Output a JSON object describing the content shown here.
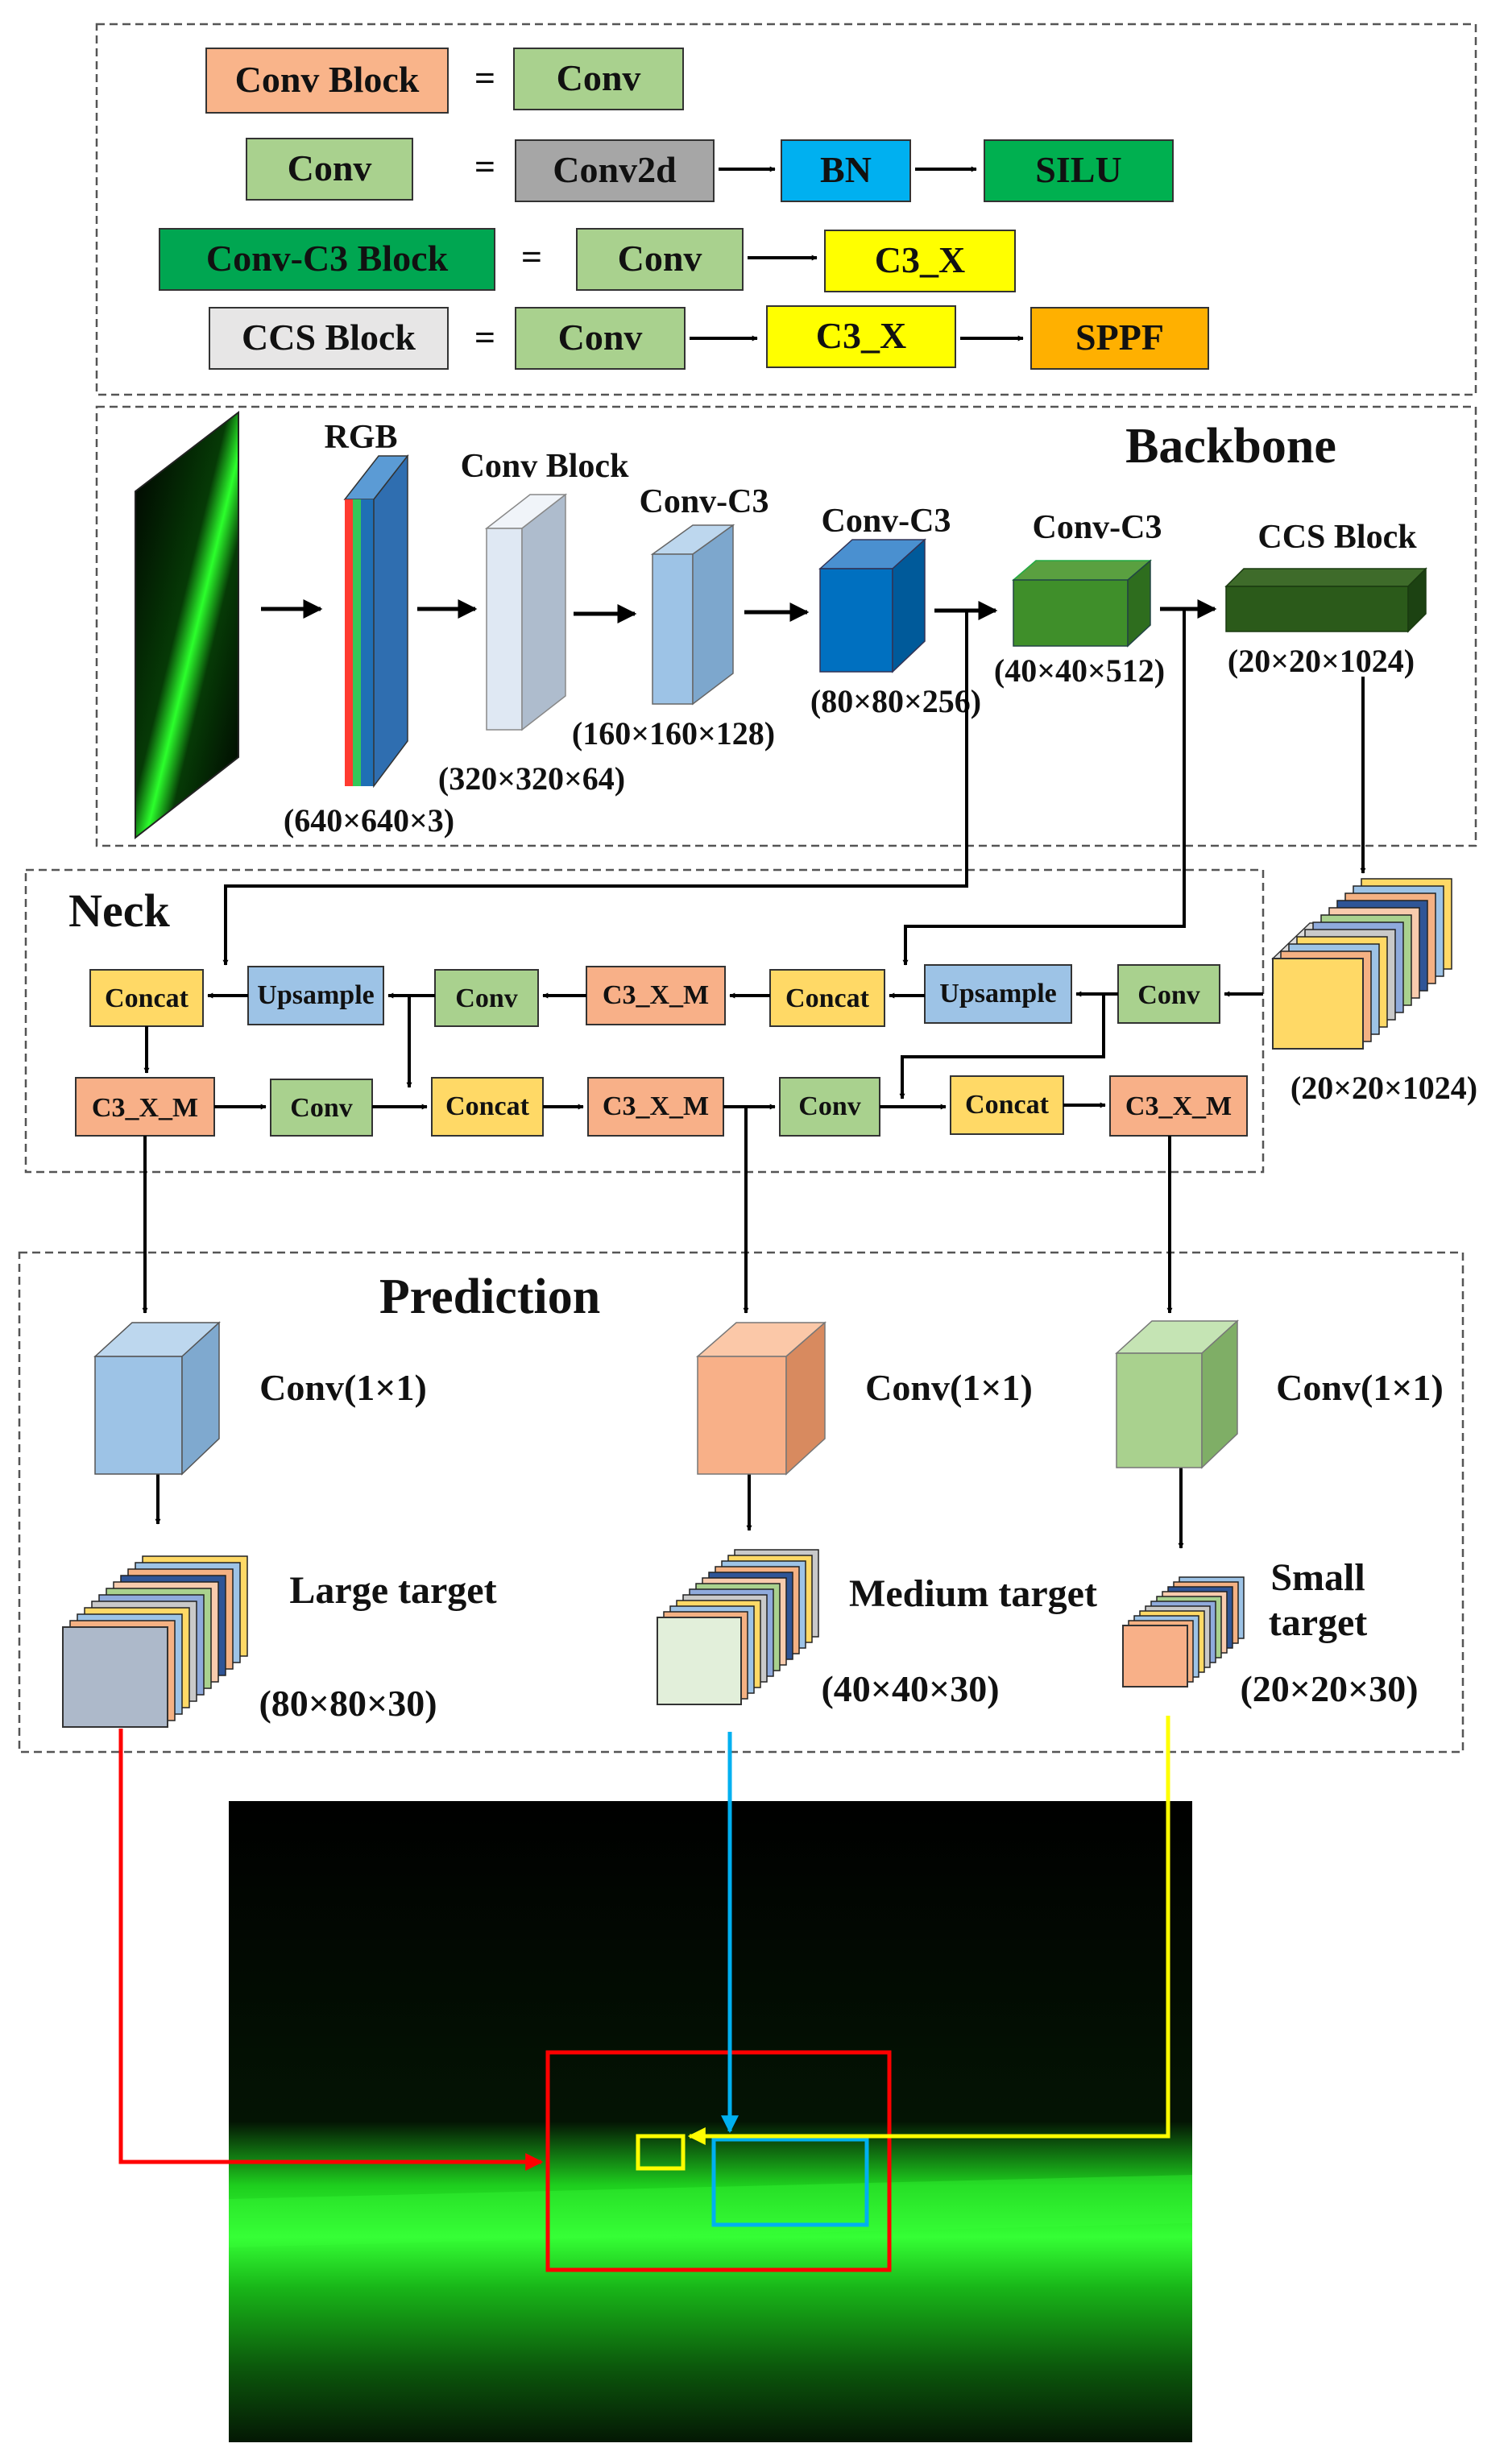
{
  "legend": {
    "row1": {
      "lhs": "Conv Block",
      "eq": "=",
      "items": [
        "Conv"
      ]
    },
    "row2": {
      "lhs": "Conv",
      "eq": "=",
      "items": [
        "Conv2d",
        "BN",
        "SILU"
      ]
    },
    "row3": {
      "lhs": "Conv-C3 Block",
      "eq": "=",
      "items": [
        "Conv",
        "C3_X"
      ]
    },
    "row4": {
      "lhs": "CCS Block",
      "eq": "=",
      "items": [
        "Conv",
        "C3_X",
        "SPPF"
      ]
    }
  },
  "backbone": {
    "title": "Backbone",
    "rgb_label": "RGB",
    "stages": [
      {
        "label": "Conv Block",
        "dim": "(320×320×64)"
      },
      {
        "label": "Conv-C3",
        "dim": "(160×160×128)"
      },
      {
        "label": "Conv-C3",
        "dim": "(80×80×256)"
      },
      {
        "label": "Conv-C3",
        "dim": "(40×40×512)"
      },
      {
        "label": "CCS Block",
        "dim": "(20×20×1024)"
      }
    ],
    "input_dim": "(640×640×3)"
  },
  "neck": {
    "title": "Neck",
    "stack_dim": "(20×20×1024)",
    "top_row": [
      "Concat",
      "Upsample",
      "Conv",
      "C3_X_M",
      "Concat",
      "Upsample",
      "Conv"
    ],
    "bottom_row": [
      "C3_X_M",
      "Conv",
      "Concat",
      "C3_X_M",
      "Conv",
      "Concat",
      "C3_X_M"
    ]
  },
  "prediction": {
    "title": "Prediction",
    "heads": [
      {
        "conv": "Conv(1×1)",
        "target": "Large target",
        "dim": "(80×80×30)"
      },
      {
        "conv": "Conv(1×1)",
        "target": "Medium target",
        "dim": "(40×40×30)"
      },
      {
        "conv": "Conv(1×1)",
        "target_line1": "Small",
        "target_line2": "target",
        "dim": "(20×20×30)"
      }
    ]
  },
  "colors": {
    "conv_block": "#f9b48a",
    "conv": "#a9d18e",
    "conv2d": "#a6a6a6",
    "bn": "#00b0f0",
    "silu": "#00b050",
    "conv_c3_block": "#00a651",
    "c3x": "#ffff00",
    "ccs_block": "#e7e6e6",
    "sppf": "#ffb000",
    "concat": "#ffd966",
    "upsample": "#9dc3e6",
    "c3xm": "#f8b088",
    "box_large": "#ff0000",
    "box_medium": "#00b0f0",
    "box_small": "#ffff00"
  }
}
